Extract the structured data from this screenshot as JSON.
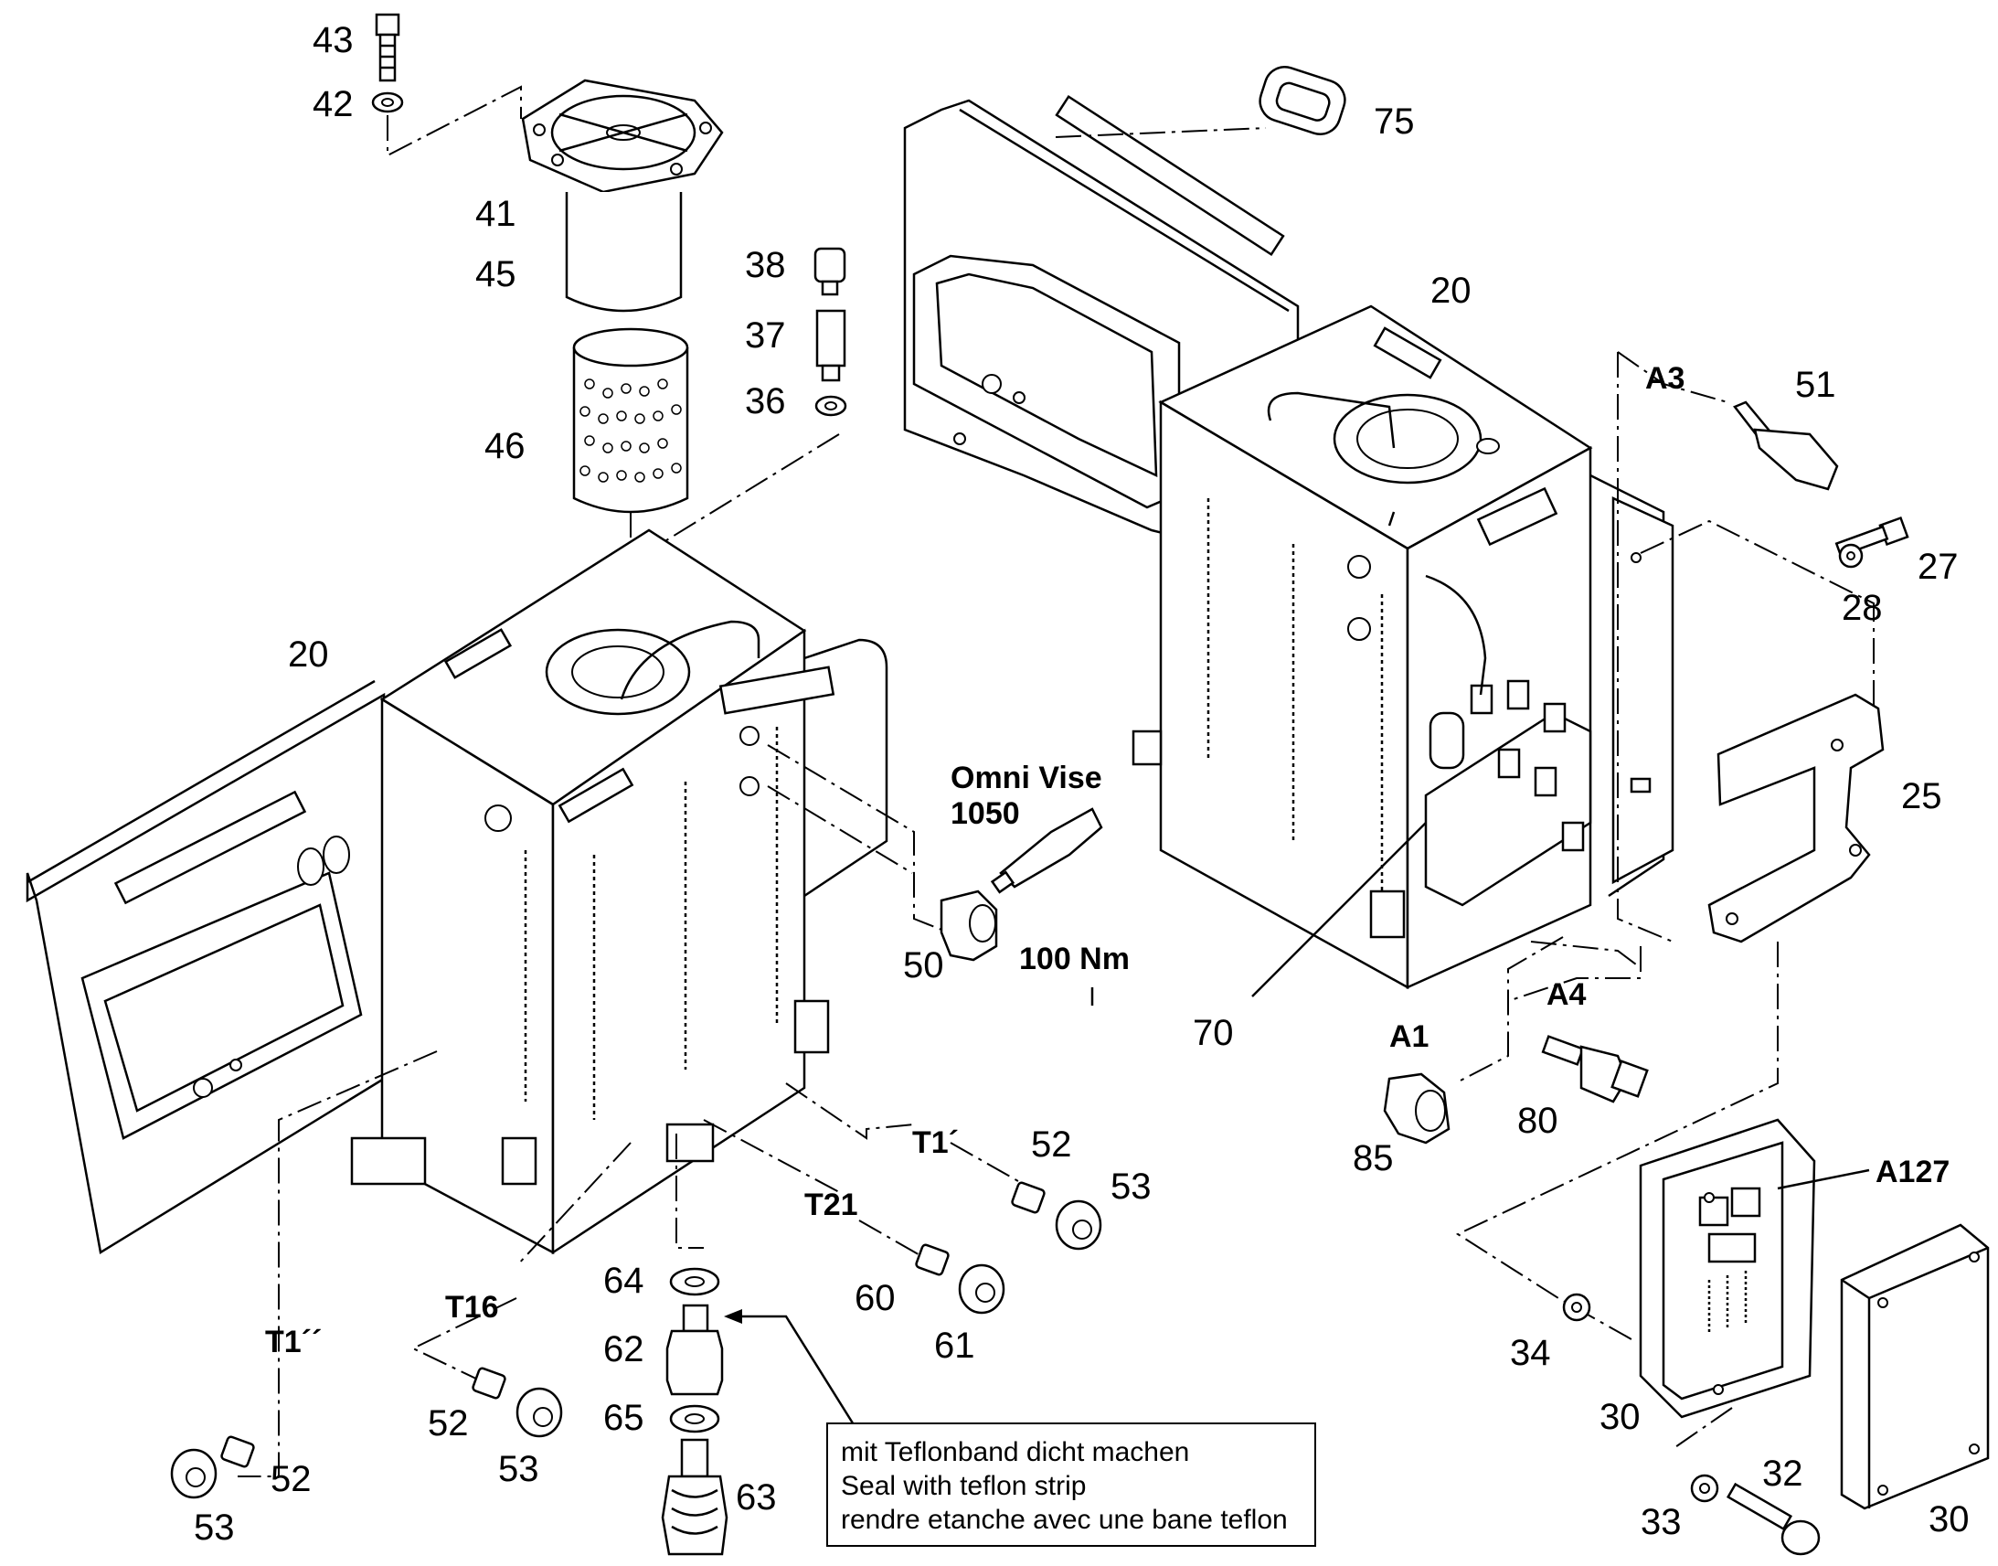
{
  "labels": {
    "p43": "43",
    "p42": "42",
    "p41": "41",
    "p45": "45",
    "p46": "46",
    "p38": "38",
    "p37": "37",
    "p36": "36",
    "p75": "75",
    "p20_right": "20",
    "p20_left": "20",
    "pA3": "A3",
    "p51": "51",
    "p27": "27",
    "p28": "28",
    "p25": "25",
    "omni1": "Omni Vise",
    "omni2": "1050",
    "torque": "100 Nm",
    "p50": "50",
    "p70": "70",
    "pA1": "A1",
    "pA4": "A4",
    "p80": "80",
    "p85": "85",
    "pT1a": "T1´",
    "p52a": "52",
    "p53a": "53",
    "pT21": "T21",
    "p60": "60",
    "p61": "61",
    "p64": "64",
    "p62": "62",
    "p65": "65",
    "p63": "63",
    "pT16": "T16",
    "p52b": "52",
    "p53b": "53",
    "pT1b": "T1´´",
    "p52c": "52",
    "p53c": "53",
    "pA127": "A127",
    "p34": "34",
    "p30a": "30",
    "p32": "32",
    "p33": "33",
    "p30b": "30"
  },
  "note": {
    "line1": "mit Teflonband dicht machen",
    "line2": "Seal with teflon strip",
    "line3": "rendre etanche avec une bane teflon"
  }
}
